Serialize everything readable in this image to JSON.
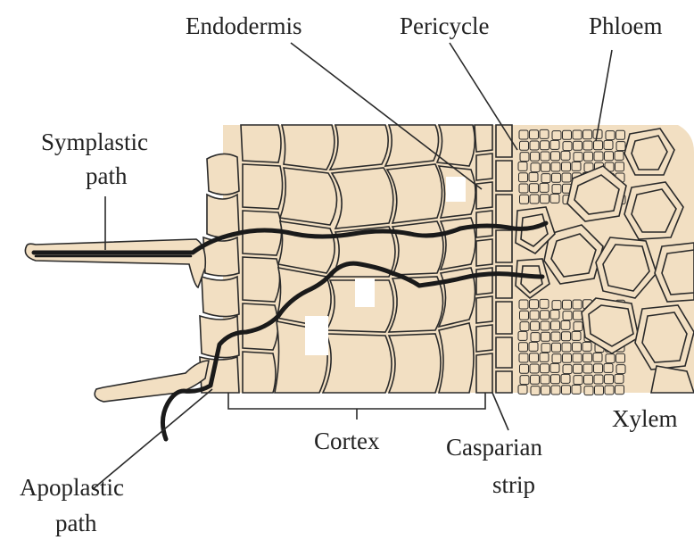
{
  "labels": {
    "endodermis": "Endodermis",
    "pericycle": "Pericycle",
    "phloem": "Phloem",
    "symplastic_line1": "Symplastic",
    "symplastic_line2": "path",
    "cortex": "Cortex",
    "casparian_line1": "Casparian",
    "casparian_line2": "strip",
    "xylem": "Xylem",
    "apoplastic_line1": "Apoplastic",
    "apoplastic_line2": "path"
  },
  "colors": {
    "tissue": "#f2dfc2",
    "outline": "#2a2a2a",
    "pathway": "#1a1a1a"
  }
}
